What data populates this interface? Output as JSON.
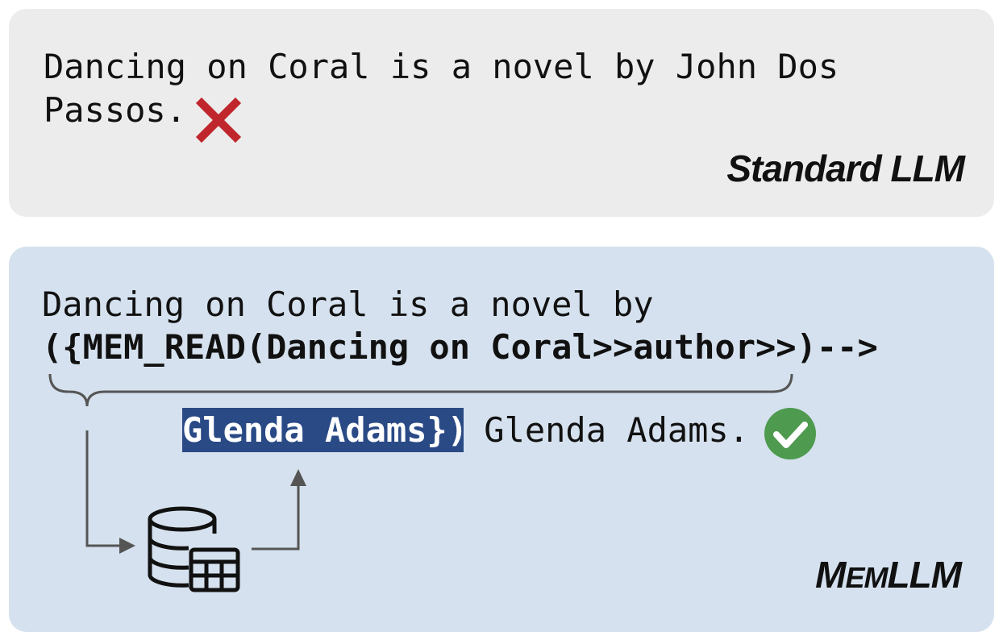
{
  "colors": {
    "standard_panel_bg": "#ececec",
    "memllm_panel_bg": "#d5e1ee",
    "highlight_bg": "#2a4a86",
    "highlight_text": "#ffffff",
    "cross_color": "#c0272d",
    "check_color": "#4e9a4f",
    "arrow_color": "#555555"
  },
  "standard": {
    "line1": "Dancing on Coral is a novel by John Dos",
    "line2": "Passos.",
    "result_icon": "cross-icon",
    "label": "Standard LLM"
  },
  "memllm": {
    "line1": "Dancing on Coral is a novel by",
    "line2": "({MEM_READ(Dancing on Coral>>author>>)-->",
    "memory_result": "Glenda Adams})",
    "continuation": " Glenda Adams.",
    "result_icon": "check-circle-icon",
    "memory_icon": "database-table-icon",
    "label_cap": "M",
    "label_small": "EM",
    "label_rest": "LLM"
  }
}
